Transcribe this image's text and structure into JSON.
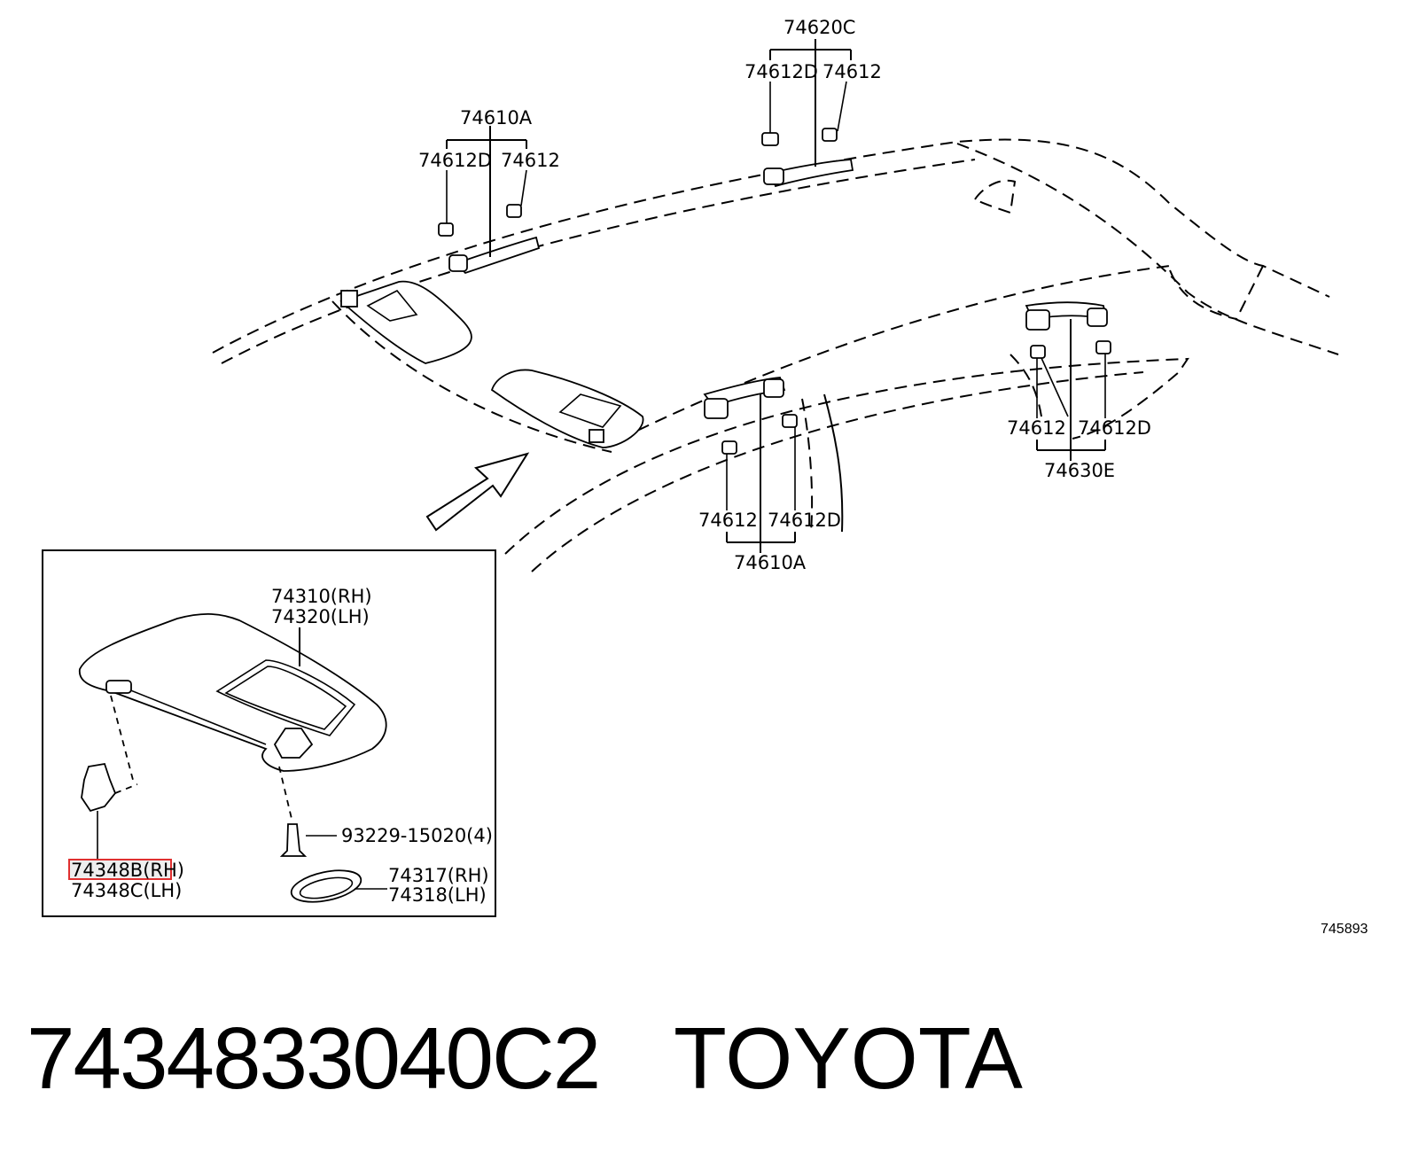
{
  "labels": {
    "l_74620C": "74620C",
    "l_74612D_a": "74612D",
    "l_74612_a": "74612",
    "l_74610A_top": "74610A",
    "l_74612D_b": "74612D",
    "l_74612_b": "74612",
    "l_74612_c": "74612",
    "l_74612D_c": "74612D",
    "l_74630E": "74630E",
    "l_74612_d": "74612",
    "l_74612D_d": "74612D",
    "l_74610A_bot": "74610A",
    "l_74310": "74310(RH)",
    "l_74320": "74320(LH)",
    "l_93229": "93229-15020(4)",
    "l_74317": "74317(RH)",
    "l_74318": "74318(LH)",
    "l_74348B": "74348B(RH)",
    "l_74348C": "74348C(LH)"
  },
  "highlight_color": "#e03030",
  "ref_code": "745893",
  "footer": {
    "part_number": "7434833040C2",
    "brand": "TOYOTA"
  }
}
